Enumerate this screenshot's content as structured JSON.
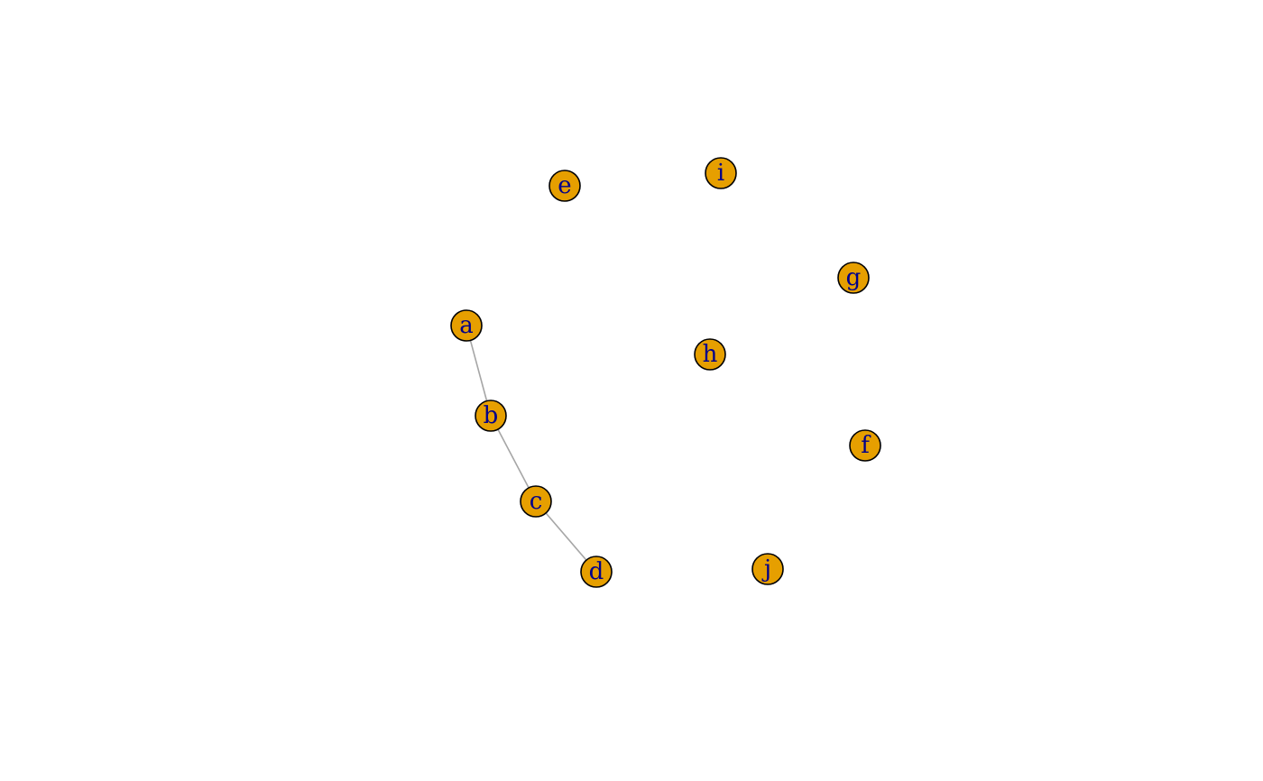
{
  "graph": {
    "nodes": [
      {
        "id": "a",
        "label": "a"
      },
      {
        "id": "b",
        "label": "b"
      },
      {
        "id": "c",
        "label": "c"
      },
      {
        "id": "d",
        "label": "d"
      },
      {
        "id": "e",
        "label": "e"
      },
      {
        "id": "f",
        "label": "f"
      },
      {
        "id": "g",
        "label": "g"
      },
      {
        "id": "h",
        "label": "h"
      },
      {
        "id": "i",
        "label": "i"
      },
      {
        "id": "j",
        "label": "j"
      }
    ],
    "edges": [
      {
        "from": "a",
        "to": "b"
      },
      {
        "from": "b",
        "to": "c"
      },
      {
        "from": "c",
        "to": "d"
      }
    ],
    "colors": {
      "node_fill": "#E69F00",
      "node_border": "#000000",
      "label": "#00008B",
      "edge": "#A6A6A6"
    }
  }
}
